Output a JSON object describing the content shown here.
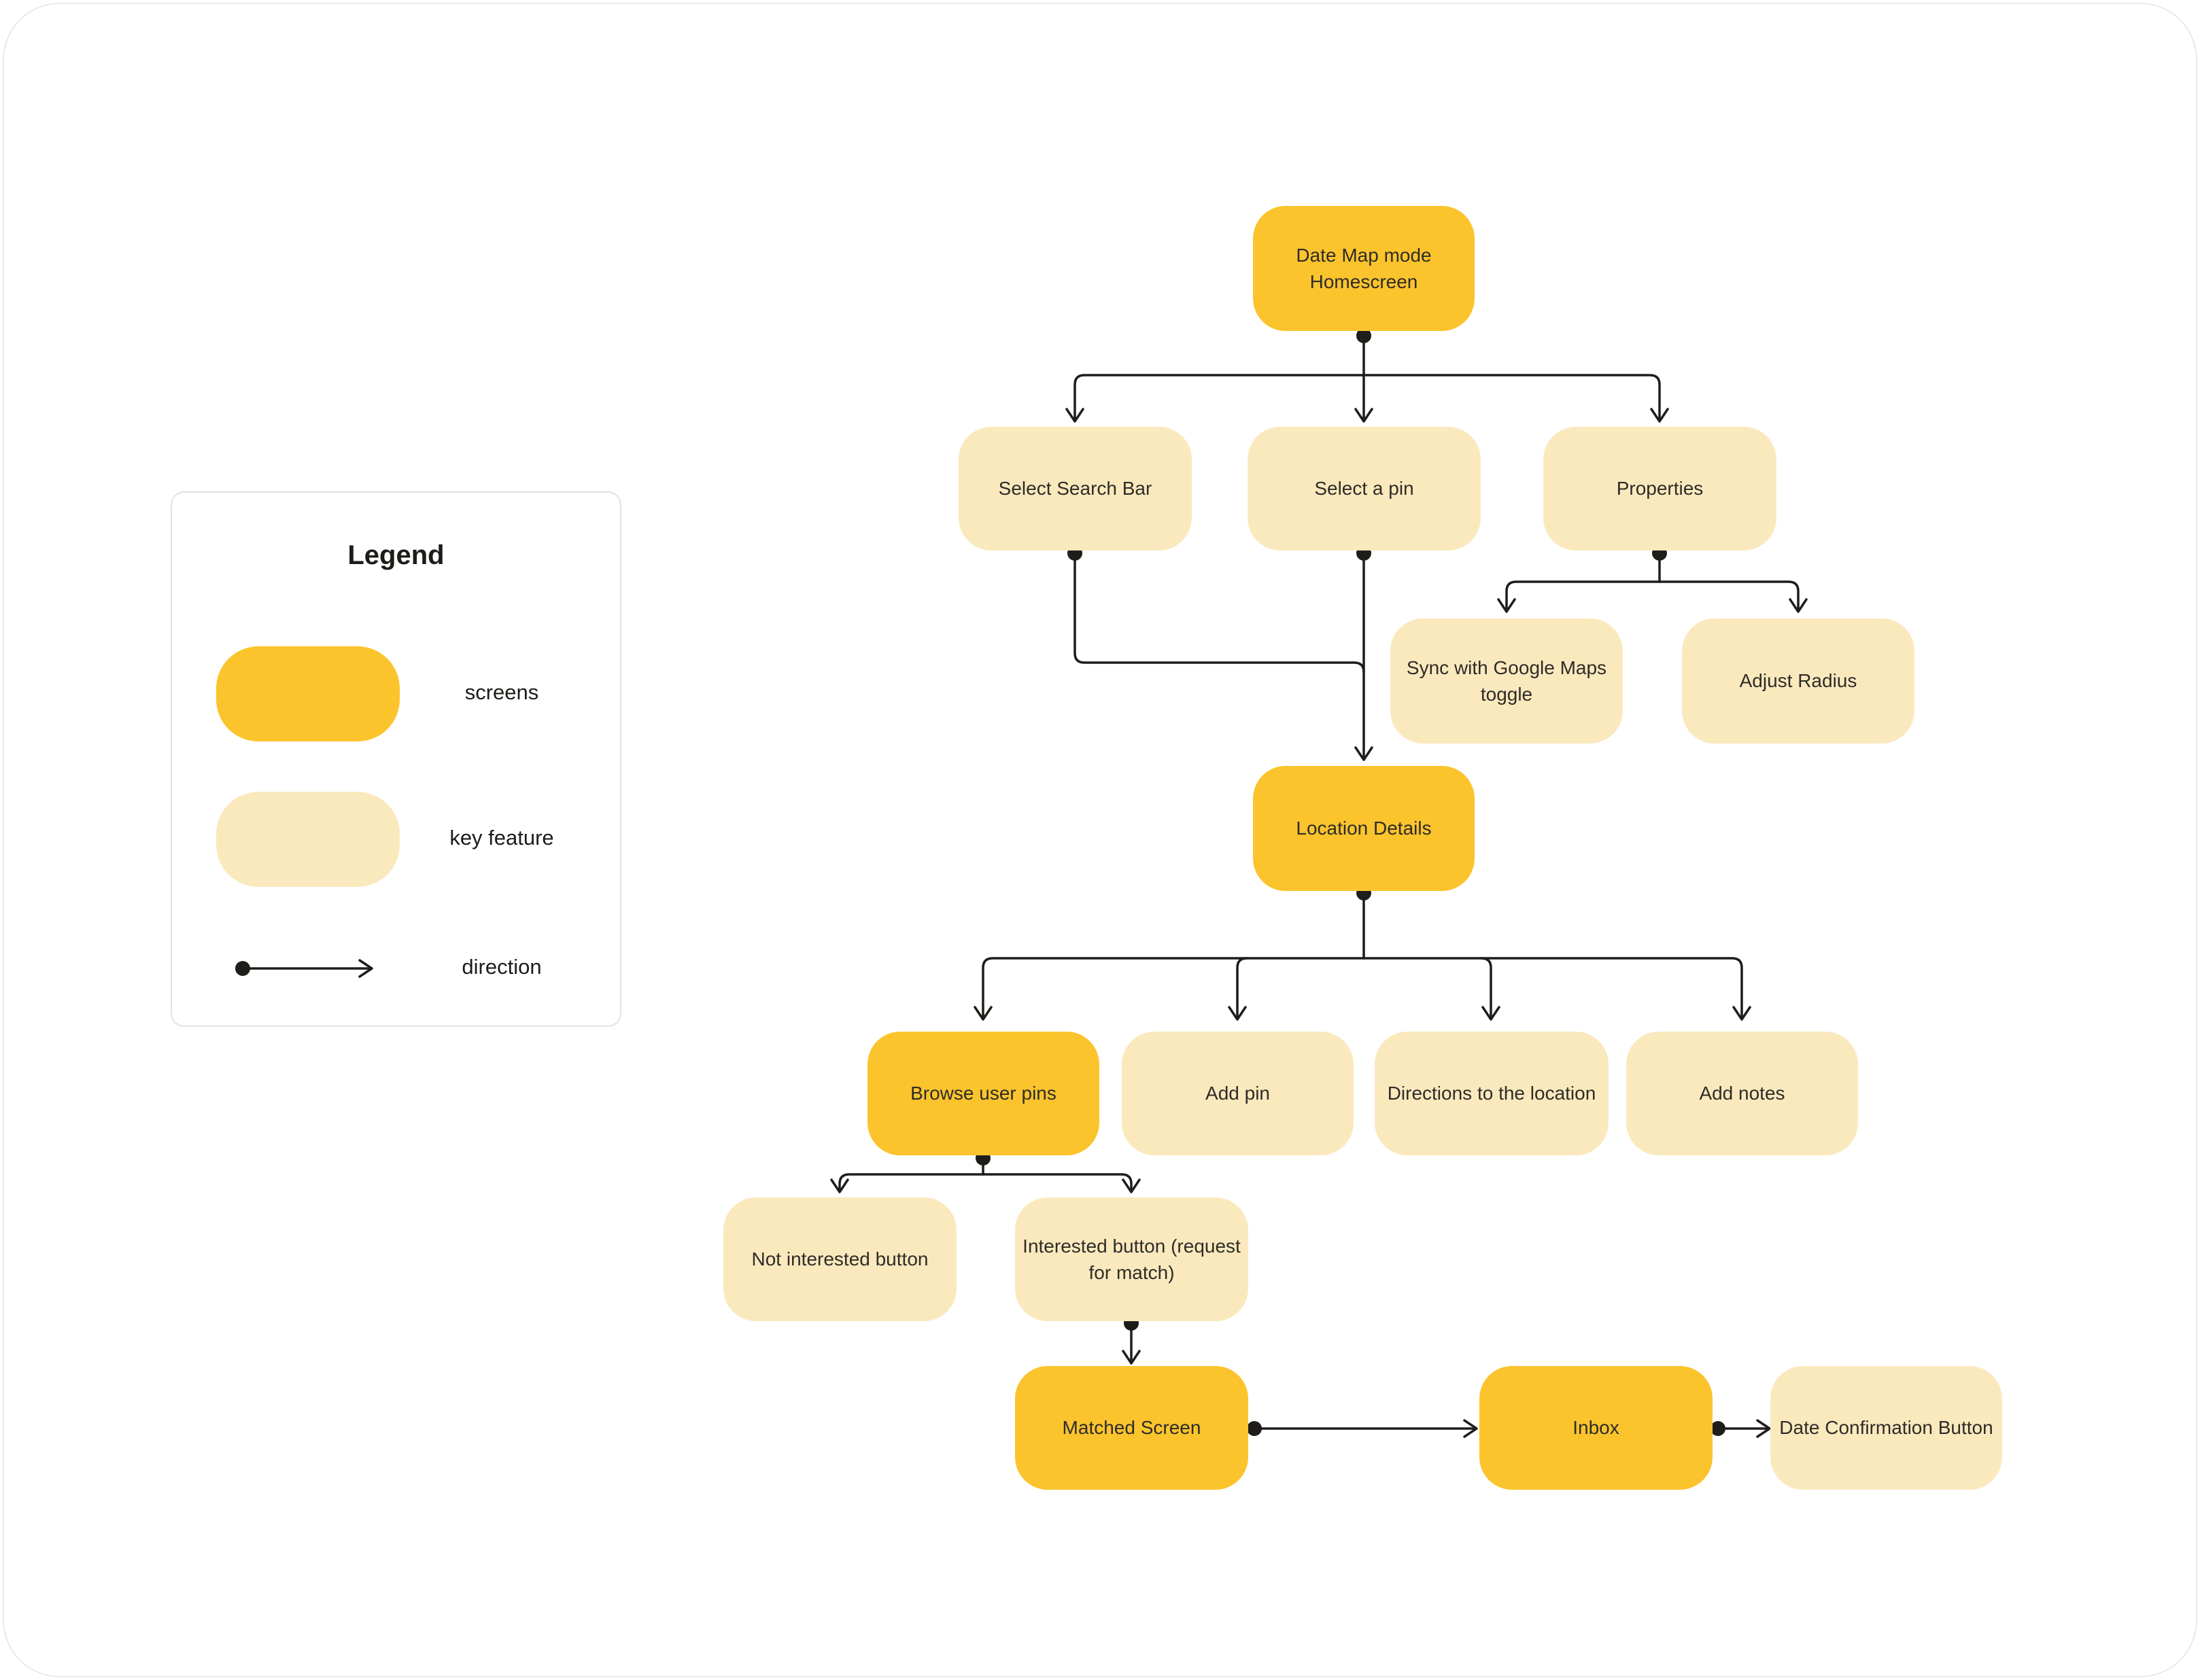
{
  "colors": {
    "screen": "#FBC42D",
    "key_feature": "#FBE9BE",
    "connector": "#1F1D1A",
    "node_text": "#2E2C28",
    "legend_border": "#E4E2DC",
    "canvas_border": "#EDEAE2",
    "background": "#FFFFFF"
  },
  "legend": {
    "title": "Legend",
    "items": [
      {
        "swatch": "screen",
        "label": "screens"
      },
      {
        "swatch": "key_feature",
        "label": "key feature"
      },
      {
        "swatch": "direction-arrow",
        "label": "direction"
      }
    ]
  },
  "nodes": {
    "home": {
      "label": "Date Map mode\nHomescreen",
      "type": "screen"
    },
    "select_search_bar": {
      "label": "Select Search Bar",
      "type": "key_feature"
    },
    "select_a_pin": {
      "label": "Select a pin",
      "type": "key_feature"
    },
    "properties": {
      "label": "Properties",
      "type": "key_feature"
    },
    "sync_toggle": {
      "label": "Sync with Google Maps\ntoggle",
      "type": "key_feature"
    },
    "adjust_radius": {
      "label": "Adjust Radius",
      "type": "key_feature"
    },
    "location_details": {
      "label": "Location Details",
      "type": "screen"
    },
    "browse_user_pins": {
      "label": "Browse user pins",
      "type": "screen"
    },
    "add_pin": {
      "label": "Add pin",
      "type": "key_feature"
    },
    "directions": {
      "label": "Directions to the location",
      "type": "key_feature"
    },
    "add_notes": {
      "label": "Add notes",
      "type": "key_feature"
    },
    "not_interested": {
      "label": "Not interested button",
      "type": "key_feature"
    },
    "interested": {
      "label": "Interested button (request\nfor match)",
      "type": "key_feature"
    },
    "matched_screen": {
      "label": "Matched Screen",
      "type": "screen"
    },
    "inbox": {
      "label": "Inbox",
      "type": "screen"
    },
    "date_confirmation": {
      "label": "Date Confirmation Button",
      "type": "key_feature"
    }
  }
}
